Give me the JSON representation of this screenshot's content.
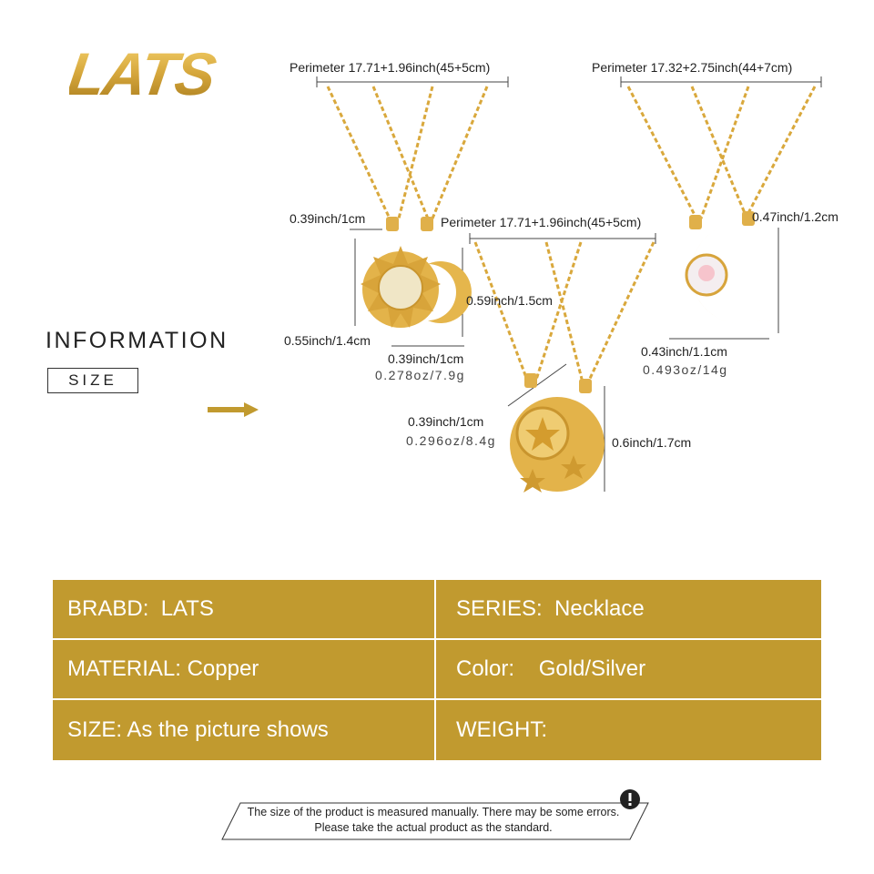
{
  "brand_logo": {
    "text": "LATS",
    "color": "#c19a2f"
  },
  "information": {
    "title": "INFORMATION",
    "size_badge": "SIZE",
    "arrow_icon": "right-arrow-icon"
  },
  "products": {
    "sun_moon": {
      "perimeter": "Perimeter 17.71+1.96inch(45+5cm)",
      "bail": "0.39inch/1cm",
      "inner_height": "0.59inch/1.5cm",
      "height": "0.55inch/1.4cm",
      "width": "0.39inch/1cm",
      "weight": "0.278oz/7.9g"
    },
    "opal_moon": {
      "perimeter": "Perimeter 17.32+2.75inch(44+7cm)",
      "bail": "0.47inch/1.2cm",
      "width": "0.43inch/1.1cm",
      "weight": "0.493oz/14g"
    },
    "star_moon": {
      "perimeter": "Perimeter 17.71+1.96inch(45+5cm)",
      "width": "0.39inch/1cm",
      "weight": "0.296oz/8.4g",
      "height": "0.6inch/1.7cm"
    }
  },
  "specs": {
    "brand": "BRABD:  LATS",
    "series": "SERIES:  Necklace",
    "material": "MATERIAL: Copper",
    "color": "Color:    Gold/Silver",
    "size": "SIZE: As the picture shows",
    "weight": "WEIGHT:"
  },
  "notice": {
    "line1": "The size of the product is measured manually. There may be some errors.",
    "line2": "Please take the actual product as the standard.",
    "icon": "exclamation-icon"
  },
  "colors": {
    "gold": "#c19a2f",
    "chain": "#d9a83c",
    "text": "#222222"
  }
}
